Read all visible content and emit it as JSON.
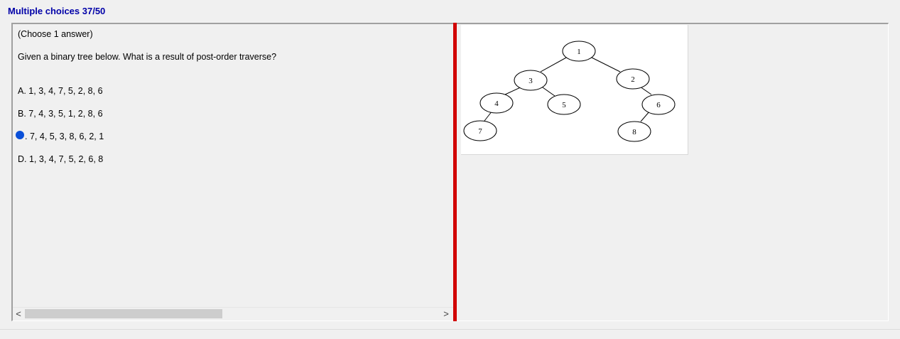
{
  "header": {
    "title": "Multiple choices 37/50"
  },
  "question": {
    "instruction": "(Choose 1 answer)",
    "text": "Given a binary tree below. What is a result of post-order traverse?"
  },
  "options": [
    {
      "letter": "A.",
      "text": "1, 3, 4, 7, 5, 2, 8, 6",
      "selected": false
    },
    {
      "letter": "B.",
      "text": "7, 4, 3, 5, 1, 2, 8, 6",
      "selected": false
    },
    {
      "letter": ".",
      "text": "7, 4, 5, 3, 8, 6, 2, 1",
      "selected": true
    },
    {
      "letter": "D.",
      "text": "1, 3, 4, 7, 5, 2, 6, 8",
      "selected": false
    }
  ],
  "tree": {
    "nodes": [
      "1",
      "2",
      "3",
      "4",
      "5",
      "6",
      "7",
      "8"
    ]
  },
  "scrollbar": {
    "left_arrow": "<",
    "right_arrow": ">"
  },
  "colors": {
    "title": "#0000a8",
    "splitter": "#d10000",
    "radio": "#0a4fd8"
  }
}
